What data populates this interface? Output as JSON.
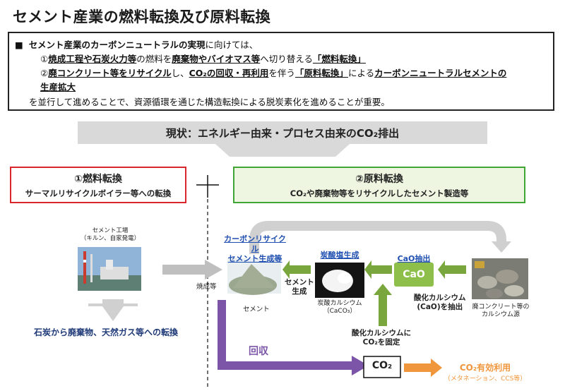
{
  "title": "セメント産業の燃料転換及び原料転換",
  "summary": {
    "line1_pre": "セメント産業のカーボンニュートラルの実現",
    "line1_post": "に向けては、",
    "line2_a": "①",
    "line2_b": "焼成工程や石炭火力等",
    "line2_c": "の燃料を",
    "line2_d": "廃棄物やバイオマス等",
    "line2_e": "へ切り替える",
    "line2_f": "「燃料転換」",
    "line3_a": "②",
    "line3_b": "廃コンクリート等をリサイクル",
    "line3_c": "し、",
    "line3_d": "CO₂の回収・再利用",
    "line3_e": "を伴う",
    "line3_f": "「原料転換」",
    "line3_g": "による",
    "line3_h": "カーボンニュートラルセメントの",
    "line4": "生産拡大",
    "line5": "を並行して進めることで、資源循環を通じた構造転換による脱炭素化を進めることが重要。"
  },
  "status": "現状：エネルギー由来・プロセス由来のCO₂排出",
  "fuel": {
    "title": "①燃料転換",
    "subtitle": "サーマルリサイクルボイラー等への転換"
  },
  "raw": {
    "title": "②原料転換",
    "subtitle": "CO₂や廃棄物等をリサイクルしたセメント製造等"
  },
  "plant": {
    "label1": "セメント工場",
    "label2": "（キルン、自家発電）"
  },
  "fuel_switch": "石炭から廃棄物、天然ガス等への転換",
  "firing": "焼成等",
  "cement_gen": {
    "line1": "カーボンリサイクル",
    "line2": "セメント生成等"
  },
  "cement_label": "セメント",
  "cement_make": {
    "line1": "セメント",
    "line2": "生成"
  },
  "carbonate": {
    "title": "炭酸塩生成",
    "label1": "炭酸カルシウム",
    "label2": "（CaCO₃）"
  },
  "cao": {
    "title": "CaO抽出",
    "box": "CaO"
  },
  "extract": {
    "line1": "酸化カルシウム",
    "line2": "(CaO)を抽出"
  },
  "waste": {
    "label1": "廃コンクリート等の",
    "label2": "カルシウム源"
  },
  "fix": {
    "line1": "酸化カルシウムに",
    "line2": "CO₂を固定"
  },
  "recovery": "回収",
  "co2": "CO₂",
  "utilization": {
    "title": "CO₂有効利用",
    "sub": "（メタネーション、CCS等）"
  },
  "colors": {
    "red": "#d9262c",
    "green": "#3fa535",
    "purple": "#7d55a8",
    "orange": "#f0963c",
    "arrow_green": "#79a73e",
    "gray": "#bfbfbf"
  }
}
